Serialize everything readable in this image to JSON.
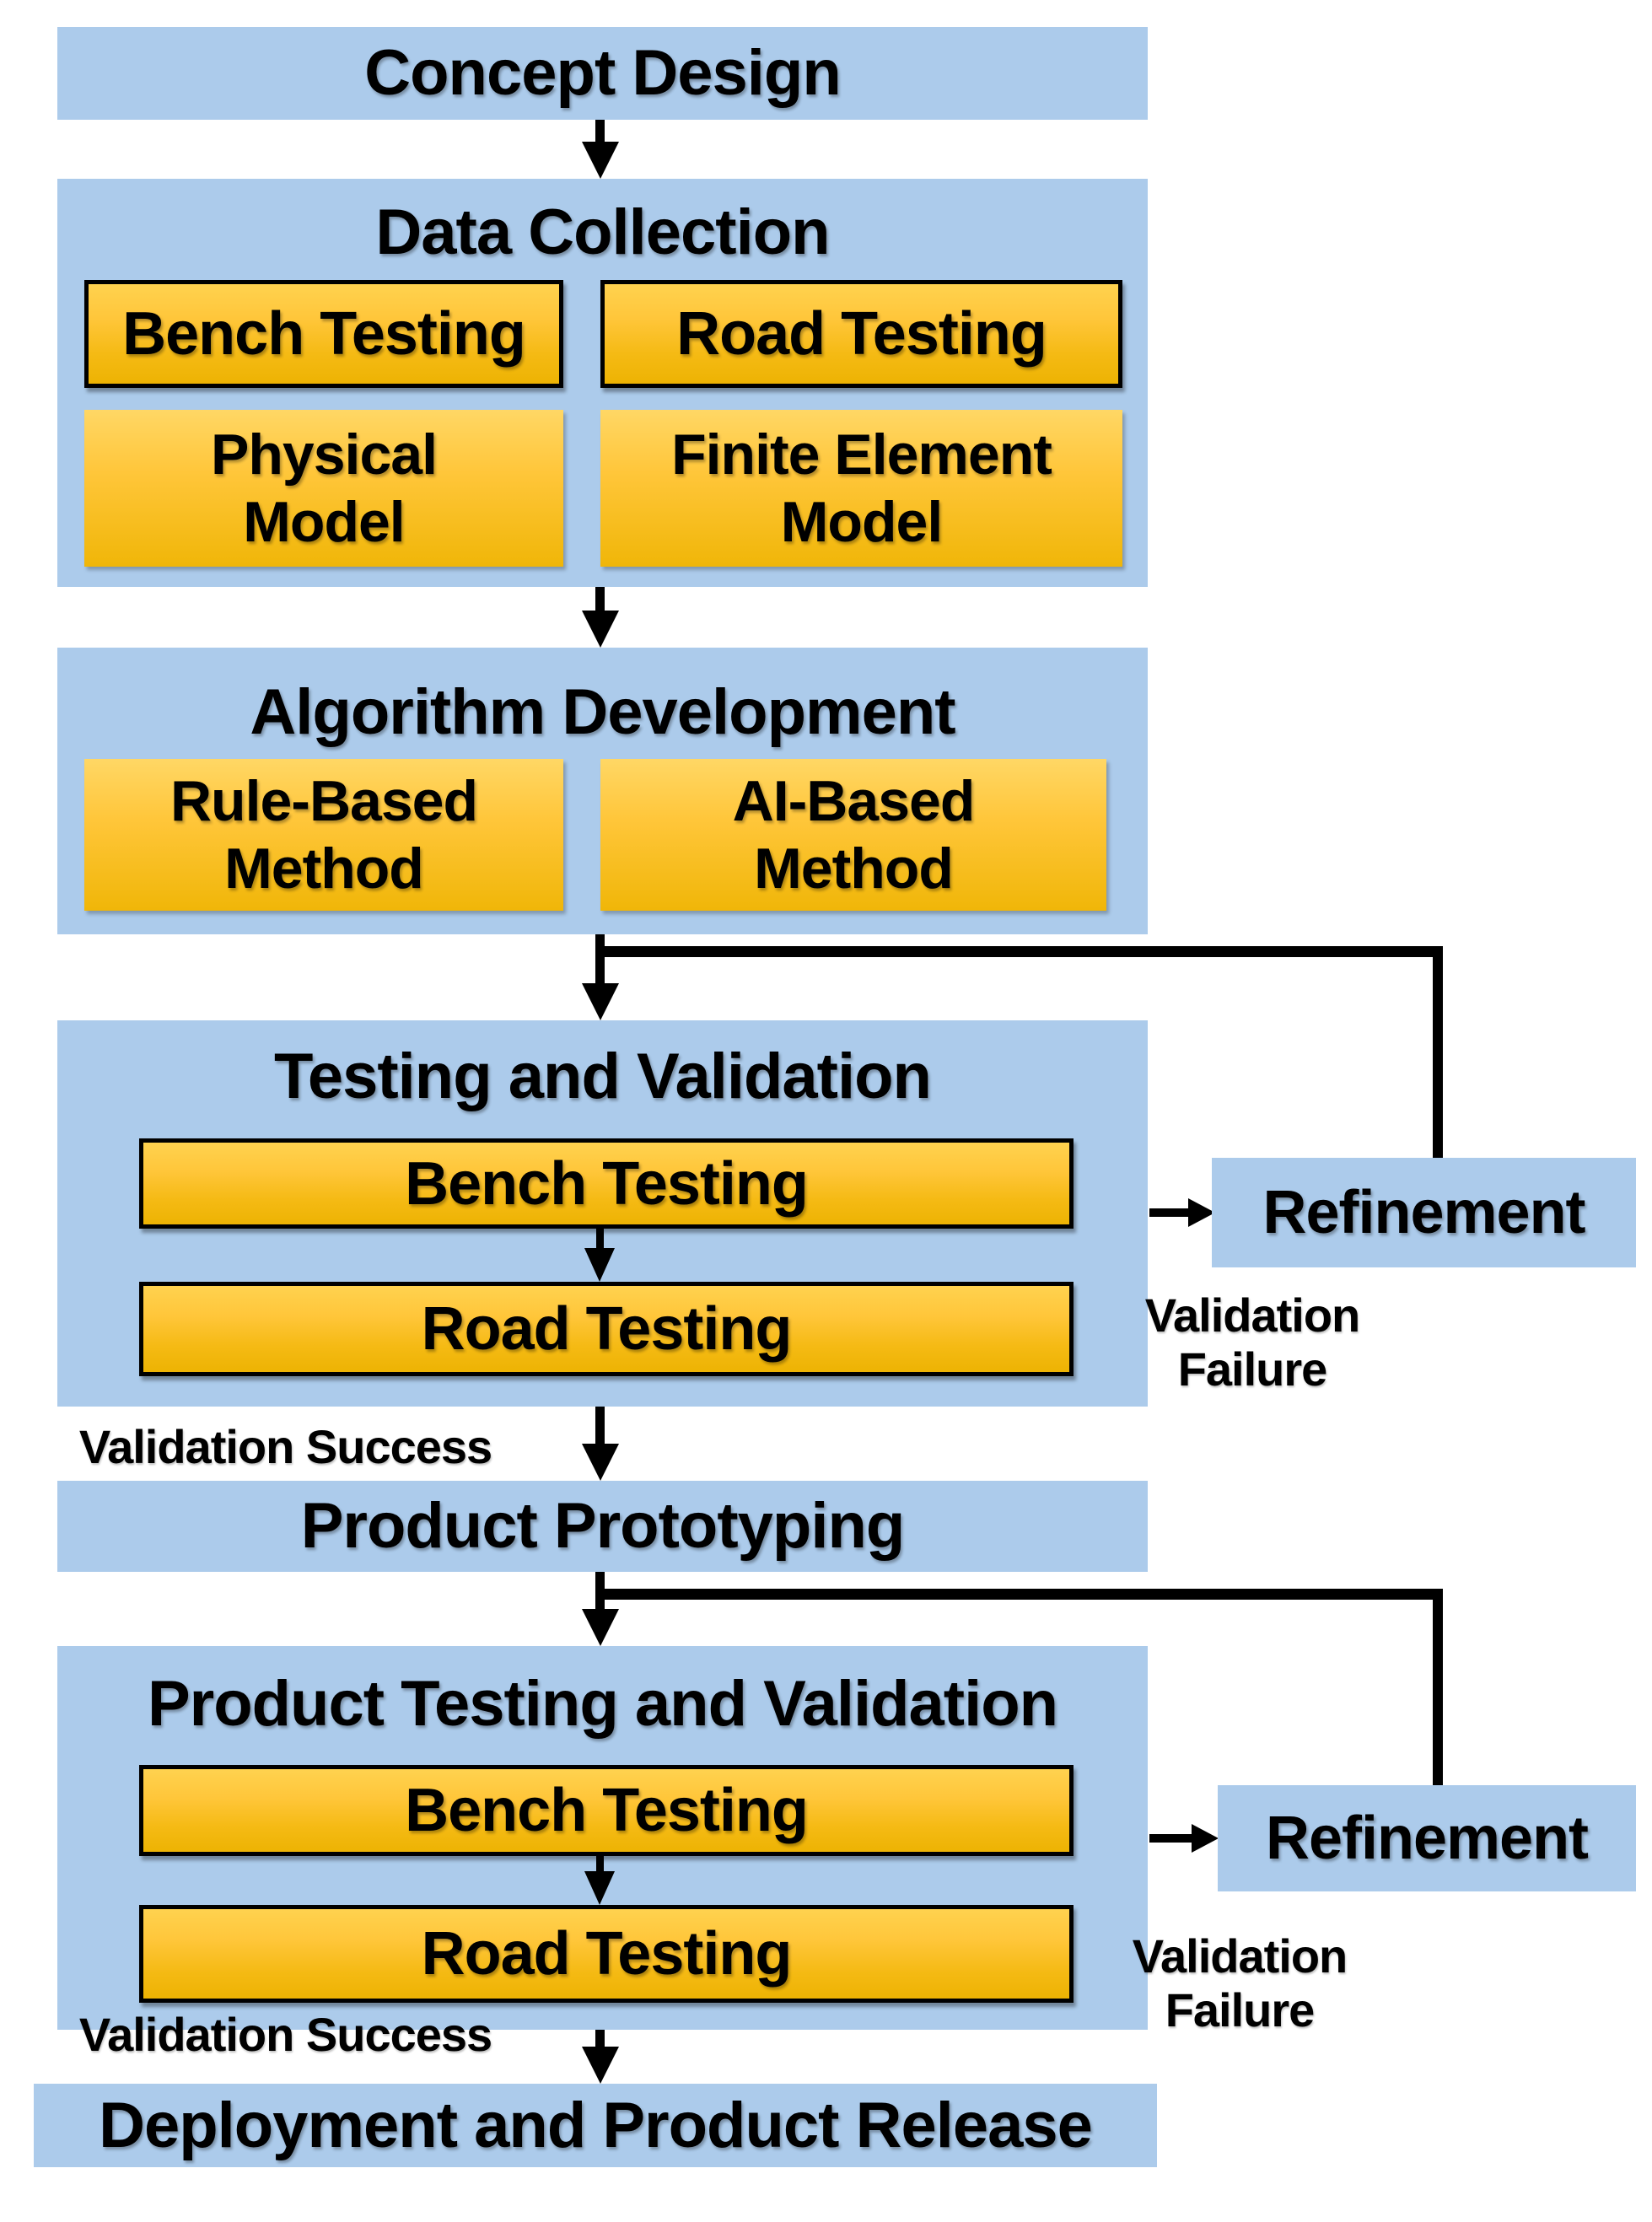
{
  "palette": {
    "box_blue": "#ACCBEB",
    "orange_top": "#FFD24F",
    "orange_bottom": "#EDB303",
    "line_black": "#000000"
  },
  "flow": {
    "concept_design": {
      "label": "Concept Design"
    },
    "data_collection": {
      "title": "Data Collection",
      "bench": "Bench Testing",
      "road": "Road Testing",
      "physical": "Physical\nModel",
      "finite": "Finite Element\nModel"
    },
    "algorithm_development": {
      "title": "Algorithm Development",
      "rule": "Rule-Based\nMethod",
      "ai": "AI-Based\nMethod"
    },
    "testing_validation": {
      "title": "Testing and Validation",
      "bench": "Bench Testing",
      "road": "Road Testing"
    },
    "refinement_1": {
      "label": "Refinement"
    },
    "labels_1": {
      "failure": "Validation\nFailure",
      "success": "Validation Success"
    },
    "product_prototyping": {
      "label": "Product Prototyping"
    },
    "product_testing_validation": {
      "title": "Product Testing and Validation",
      "bench": "Bench Testing",
      "road": "Road Testing"
    },
    "refinement_2": {
      "label": "Refinement"
    },
    "labels_2": {
      "failure": "Validation\nFailure",
      "success": "Validation Success"
    },
    "deployment": {
      "label": "Deployment and Product Release"
    }
  }
}
